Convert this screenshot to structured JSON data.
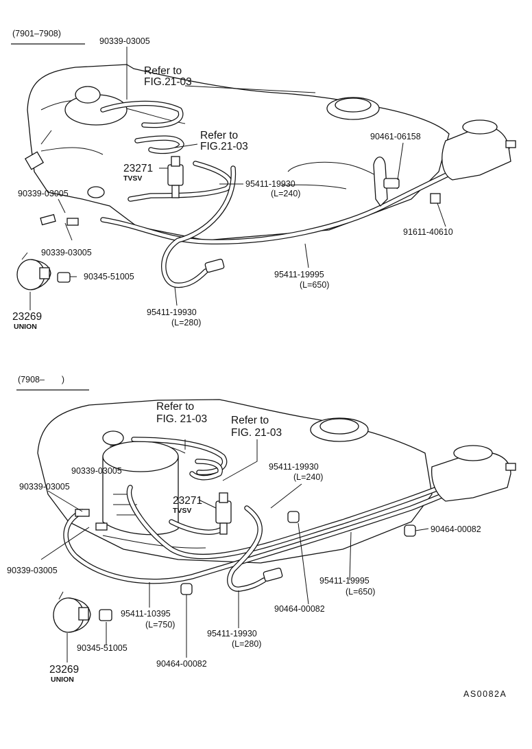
{
  "diagram_code": "AS0082A",
  "sections": [
    {
      "period": "(7901–7908)",
      "labels": {
        "p1": "90339-03005",
        "ref1a": "Refer to",
        "ref1b": "FIG.21-03",
        "ref2a": "Refer to",
        "ref2b": "FIG.21-03",
        "vsv_num": "23271",
        "vsv_name": "TVSV",
        "p2": "90461-06158",
        "p3": "90339-03005",
        "p4_num": "95411-19930",
        "p4_len": "(L=240)",
        "p5": "90339-03005",
        "p6": "91611-40610",
        "p7": "90345-51005",
        "p8_num": "95411-19995",
        "p8_len": "(L=650)",
        "union_num": "23269",
        "union_name": "UNION",
        "p9_num": "95411-19930",
        "p9_len": "(L=280)"
      }
    },
    {
      "period": "(7908–  )",
      "labels": {
        "ref1a": "Refer to",
        "ref1b": "FIG. 21-03",
        "ref2a": "Refer to",
        "ref2b": "FIG. 21-03",
        "p1": "90339-03005",
        "p2": "90339-03005",
        "p3_num": "95411-19930",
        "p3_len": "(L=240)",
        "vsv_num": "23271",
        "vsv_name": "TVSV",
        "p4": "90464-00082",
        "p5": "90339-03005",
        "p6_num": "95411-19995",
        "p6_len": "(L=650)",
        "p7_num": "95411-10395",
        "p7_len": "(L=750)",
        "p8": "90464-00082",
        "p9": "90345-51005",
        "p10_num": "95411-19930",
        "p10_len": "(L=280)",
        "union_num": "23269",
        "union_name": "UNION",
        "p11": "90464-00082"
      }
    }
  ]
}
